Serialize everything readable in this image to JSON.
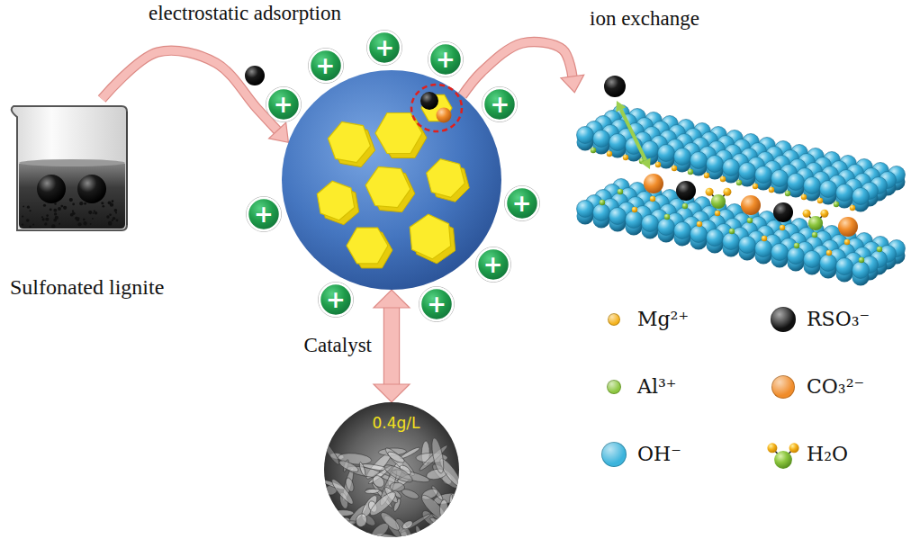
{
  "diagram": {
    "nodes": [
      {
        "text": [
          "Sulfonated lignite"
        ]
      },
      {
        "text": [
          "electrostatic adsorption"
        ]
      },
      {
        "text": [
          "+"
        ]
      },
      {
        "text": [
          "+"
        ]
      },
      {
        "text": [
          "+"
        ]
      },
      {
        "text": [
          "+"
        ]
      },
      {
        "text": [
          "+"
        ]
      },
      {
        "text": [
          "+"
        ]
      },
      {
        "text": [
          "+"
        ]
      },
      {
        "text": [
          "+"
        ]
      },
      {
        "text": [
          "+"
        ]
      },
      {
        "text": [
          "+"
        ]
      },
      {
        "text": [
          "ion exchange"
        ]
      },
      {
        "text": [
          "0.4g/L"
        ]
      }
    ],
    "edges": [
      {
        "from": 0,
        "to": 1,
        "arrow": "to"
      },
      {
        "from": 1,
        "to": 12,
        "arrow": "to"
      },
      {
        "from": 1,
        "to": 13,
        "label": "Catalyst",
        "arrow": "both"
      }
    ],
    "legend": [
      {
        "text": "Mg²⁺",
        "color": "#f5b21b"
      },
      {
        "text": "RSO₃⁻",
        "color": "#111111"
      },
      {
        "text": "Al³⁺",
        "color": "#8cc63f"
      },
      {
        "text": "CO₃²⁻",
        "color": "#f08c2a"
      },
      {
        "text": "OH⁻",
        "color": "#3cb4dc"
      },
      {
        "text": "H₂O"
      }
    ]
  }
}
